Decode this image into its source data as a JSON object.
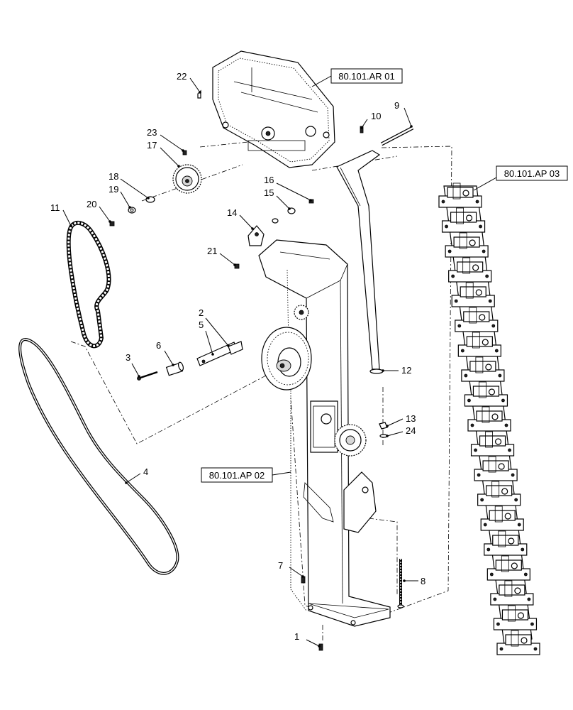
{
  "callouts": [
    {
      "num": "22"
    },
    {
      "num": "23"
    },
    {
      "num": "17"
    },
    {
      "num": "10"
    },
    {
      "num": "9"
    },
    {
      "num": "18"
    },
    {
      "num": "19"
    },
    {
      "num": "16"
    },
    {
      "num": "15"
    },
    {
      "num": "11"
    },
    {
      "num": "20"
    },
    {
      "num": "14"
    },
    {
      "num": "21"
    },
    {
      "num": "2"
    },
    {
      "num": "5"
    },
    {
      "num": "6"
    },
    {
      "num": "3"
    },
    {
      "num": "12"
    },
    {
      "num": "13"
    },
    {
      "num": "24"
    },
    {
      "num": "4"
    },
    {
      "num": "7"
    },
    {
      "num": "8"
    },
    {
      "num": "1"
    }
  ],
  "references": [
    {
      "text": "80.101.AR 01"
    },
    {
      "text": "80.101.AP 03"
    },
    {
      "text": "80.101.AP 02"
    }
  ]
}
